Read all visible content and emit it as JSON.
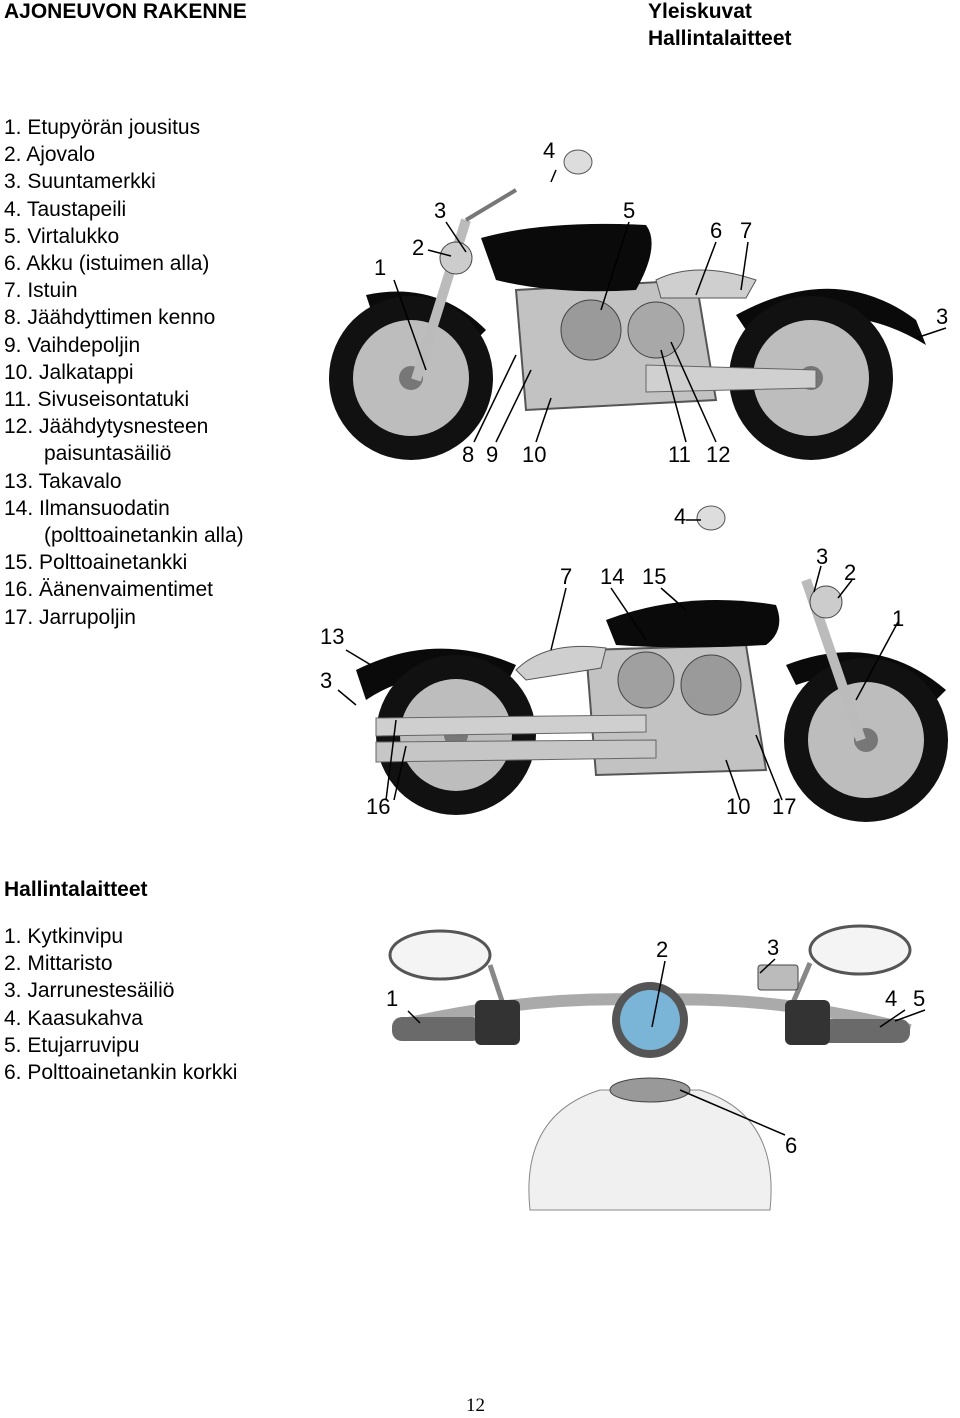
{
  "header": {
    "left": "AJONEUVON RAKENNE",
    "right_line1": "Yleiskuvat",
    "right_line2": "Hallintalaitteet"
  },
  "overview_list": [
    "1. Etupyörän jousitus",
    "2. Ajovalo",
    "3. Suuntamerkki",
    "4. Taustapeili",
    "5. Virtalukko",
    "6. Akku (istuimen alla)",
    "7. Istuin",
    "8. Jäähdyttimen kenno",
    "9. Vaihdepoljin",
    "10. Jalkatappi",
    "11. Sivuseisontatuki",
    "12. Jäähdytysnesteen",
    "paisuntasäiliö",
    "13. Takavalo",
    "14. Ilmansuodatin",
    "(polttoainetankin alla)",
    "15. Polttoainetankki",
    "16. Äänenvaimentimet",
    "17. Jarrupoljin"
  ],
  "controls": {
    "title": "Hallintalaitteet",
    "items": [
      "1. Kytkinvipu",
      "2. Mittaristo",
      "3. Jarrunestesäiliö",
      "4. Kaasukahva",
      "5. Etujarruvipu",
      "6. Polttoainetankin korkki"
    ]
  },
  "figure_right_side_callouts": [
    "1",
    "2",
    "3",
    "4",
    "5",
    "6",
    "7",
    "3",
    "8",
    "9",
    "10",
    "11",
    "12"
  ],
  "figure_left_side_callouts": [
    "4",
    "7",
    "14",
    "15",
    "3",
    "2",
    "13",
    "1",
    "3",
    "16",
    "10",
    "17"
  ],
  "figure_handlebar_callouts": [
    "2",
    "3",
    "1",
    "4",
    "5",
    "6"
  ],
  "page_number": "12",
  "colors": {
    "gauge": "#7ab4d6",
    "tank": "#0a0a0a",
    "chrome": "#c8c8c8"
  }
}
